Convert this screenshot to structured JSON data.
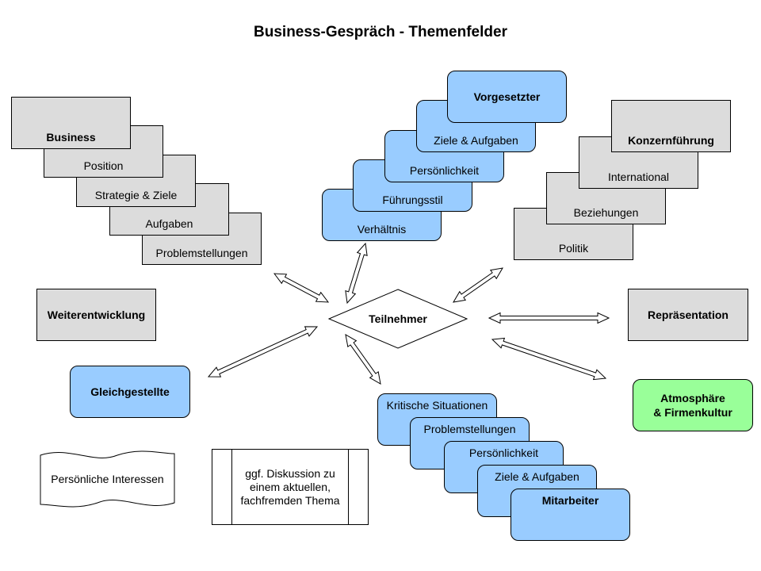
{
  "title": "Business-Gespräch - Themenfelder",
  "center": "Teilnehmer",
  "business_stack": [
    "Business",
    "Position",
    "Strategie & Ziele",
    "Aufgaben",
    "Problemstellungen"
  ],
  "vorgesetzter_stack": [
    "Vorgesetzter",
    "Ziele & Aufgaben",
    "Persönlichkeit",
    "Führungsstil",
    "Verhältnis"
  ],
  "konzern_stack": [
    "Konzernführung",
    "International",
    "Beziehungen",
    "Politik"
  ],
  "mitarbeiter_stack": [
    "Kritische Situationen",
    "Problemstellungen",
    "Persönlichkeit",
    "Ziele & Aufgaben",
    "Mitarbeiter"
  ],
  "weiterentwicklung": "Weiterentwicklung",
  "repraesentation": "Repräsentation",
  "gleichgestellte": "Gleichgestellte",
  "atmosphaere": "Atmosphäre\n& Firmenkultur",
  "persoenliche_interessen": "Persönliche Interessen",
  "diskussion": "ggf. Diskussion zu\neinem aktuellen,\nfachfremden Thema",
  "colors": {
    "grey": "#dcdcdc",
    "blue": "#99ccff",
    "green": "#99ff99"
  }
}
